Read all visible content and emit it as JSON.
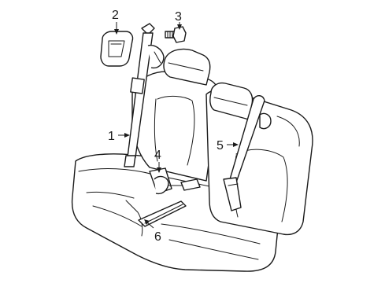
{
  "callouts": [
    {
      "id": "c1",
      "label": "1"
    },
    {
      "id": "c2",
      "label": "2"
    },
    {
      "id": "c3",
      "label": "3"
    },
    {
      "id": "c4",
      "label": "4"
    },
    {
      "id": "c5",
      "label": "5"
    },
    {
      "id": "c6",
      "label": "6"
    }
  ]
}
